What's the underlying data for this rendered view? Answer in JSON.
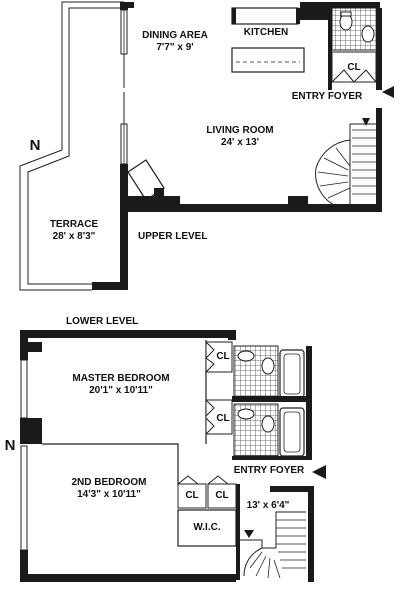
{
  "upper": {
    "level_label": "UPPER LEVEL",
    "north": "N",
    "dining": {
      "name": "DINING AREA",
      "dim": "7'7\" x 9'"
    },
    "kitchen": {
      "name": "KITCHEN"
    },
    "closet": "CL",
    "entry": "ENTRY FOYER",
    "living": {
      "name": "LIVING ROOM",
      "dim": "24' x 13'"
    },
    "terrace": {
      "name": "TERRACE",
      "dim": "28' x 8'3\""
    }
  },
  "lower": {
    "level_label": "LOWER LEVEL",
    "north": "N",
    "master": {
      "name": "MASTER BEDROOM",
      "dim": "20'1\" x 10'11\""
    },
    "closet_1": "CL",
    "closet_2": "CL",
    "entry": "ENTRY FOYER",
    "second": {
      "name": "2ND BEDROOM",
      "dim": "14'3\" x 10'11\""
    },
    "closet_3": "CL",
    "closet_4": "CL",
    "wic": "W.I.C.",
    "foyer_dim": "13' x 6'4\""
  },
  "colors": {
    "wall": "#1a1a1a",
    "line": "#222222",
    "tile": "#444444",
    "background": "#ffffff"
  }
}
